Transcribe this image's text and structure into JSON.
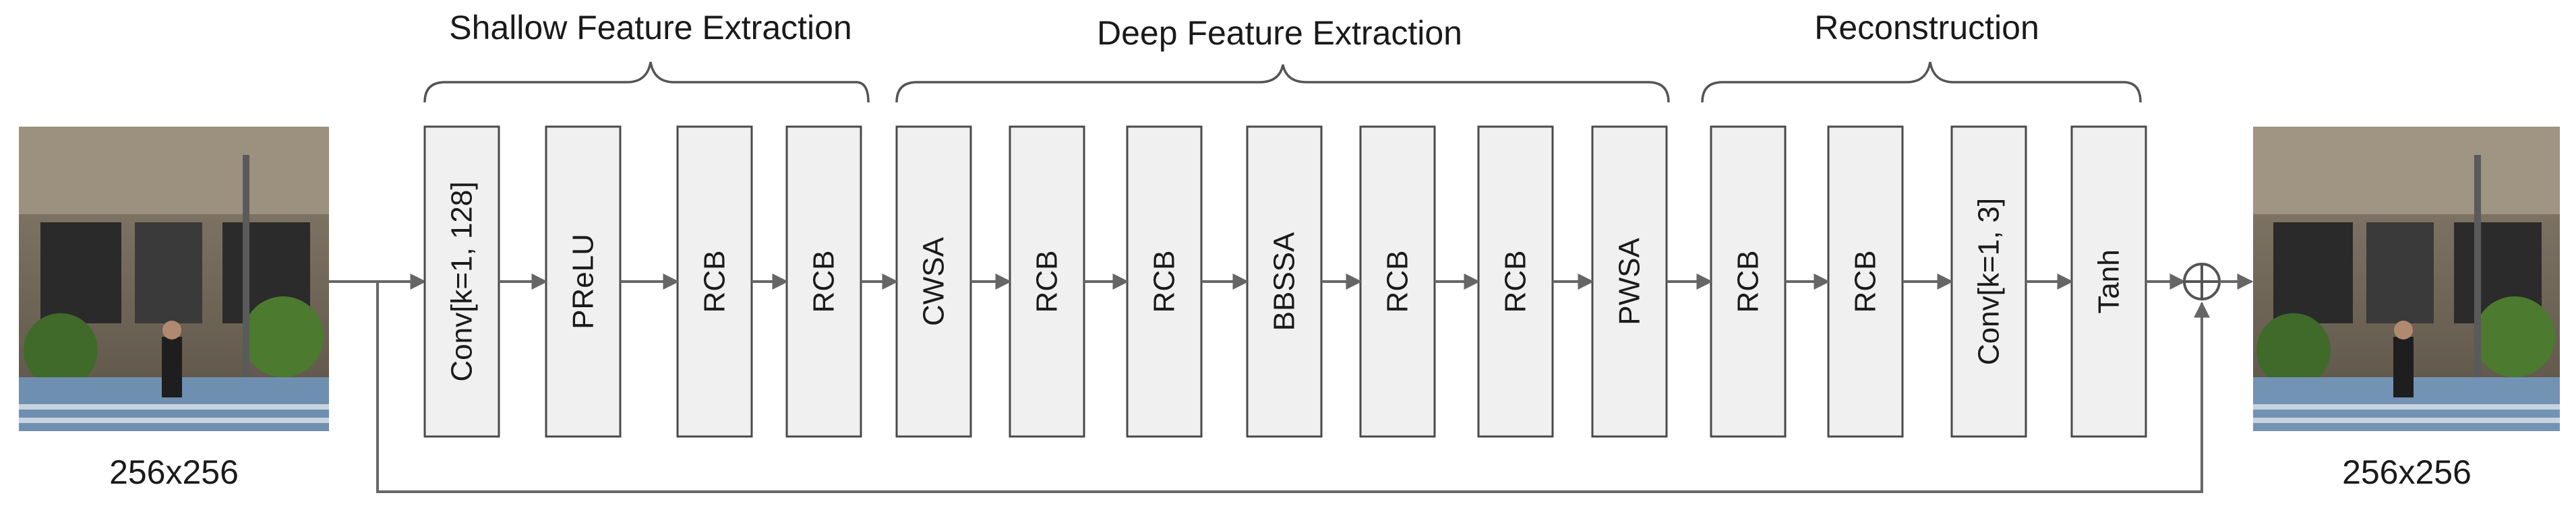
{
  "stages": [
    {
      "title": "Shallow Feature Extraction"
    },
    {
      "title": "Deep Feature Extraction"
    },
    {
      "title": "Reconstruction"
    }
  ],
  "blocks": [
    {
      "label": "Conv[k=1, 128]"
    },
    {
      "label": "PReLU"
    },
    {
      "label": "RCB"
    },
    {
      "label": "RCB"
    },
    {
      "label": "CWSA"
    },
    {
      "label": "RCB"
    },
    {
      "label": "RCB"
    },
    {
      "label": "BBSSA"
    },
    {
      "label": "RCB"
    },
    {
      "label": "RCB"
    },
    {
      "label": "PWSA"
    },
    {
      "label": "RCB"
    },
    {
      "label": "RCB"
    },
    {
      "label": "Conv[k=1, 3]"
    },
    {
      "label": "Tanh"
    }
  ],
  "input": {
    "size_label": "256x256"
  },
  "output": {
    "size_label": "256x256"
  },
  "sum_symbol": "⊕"
}
